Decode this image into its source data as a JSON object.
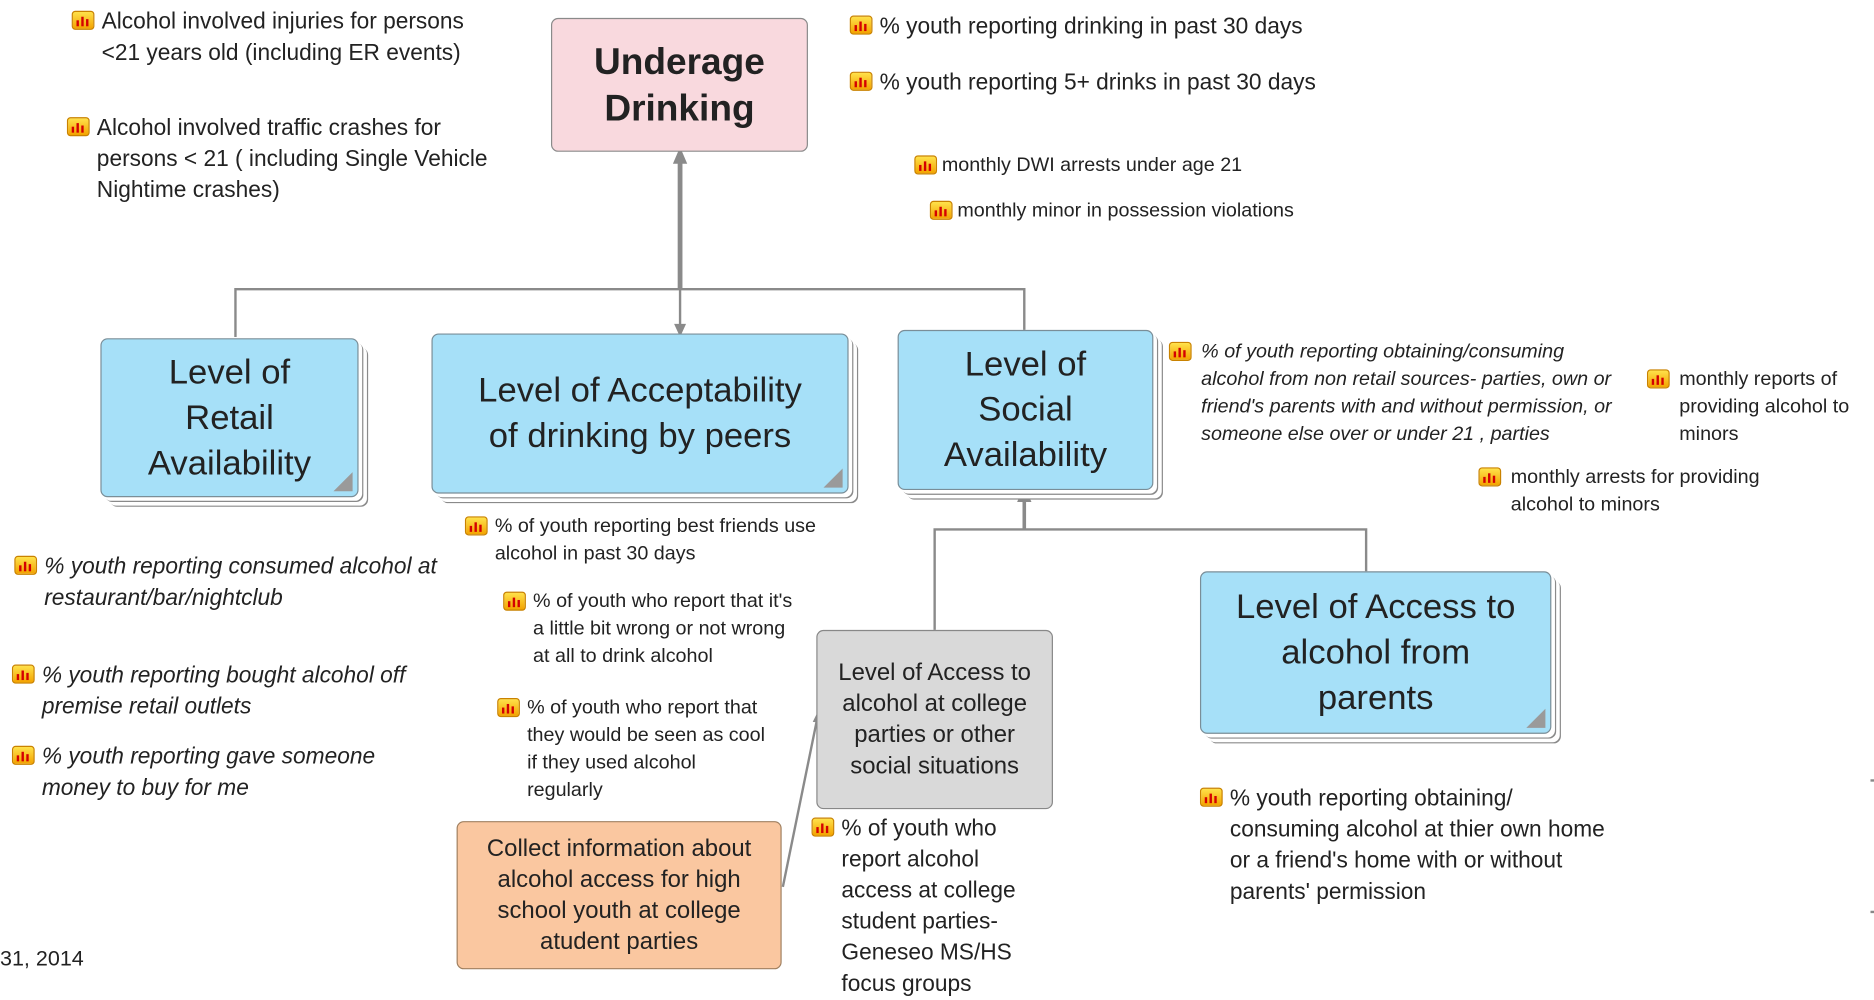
{
  "nodes": {
    "underage_drinking": "Underage Drinking",
    "retail_availability": "Level of Retail Availability",
    "acceptability_peers": "Level of Acceptability of drinking by peers",
    "social_availability": "Level of Social Availability",
    "access_college_parties": "Level of Access to alcohol at college parties or other social situations",
    "access_parents": "Level of Access to alcohol from parents",
    "collect_info": "Collect information about alcohol access for high school youth at college atudent parties"
  },
  "indicators": {
    "top_left": [
      "Alcohol involved injuries for persons  <21 years old  (including ER events)",
      "Alcohol involved traffic crashes for persons < 21 ( including Single Vehicle Nightime crashes)"
    ],
    "top_right": [
      "% youth reporting drinking in past 30 days",
      "% youth reporting 5+ drinks in past 30 days",
      "monthly DWI arrests under age 21",
      "monthly minor in possession violations"
    ],
    "retail": [
      "% youth reporting consumed alcohol at restaurant/bar/nightclub",
      "% youth reporting bought alcohol off premise retail outlets",
      "% youth reporting gave someone money to buy for me"
    ],
    "peers": [
      "% of youth reporting best friends use alcohol in past 30 days",
      "% of youth who report that it's a little bit wrong or not wrong at all to drink alcohol",
      "% of youth who report that they would be seen as cool if they used alcohol regularly"
    ],
    "social": [
      "% of youth reporting obtaining/consuming alcohol from non retail sources- parties, own or friend's parents with and without permission, or someone else over or under 21 , parties",
      "monthly reports of providing alcohol to minors",
      "monthly arrests for providing alcohol to minors"
    ],
    "college": [
      "% of youth who report alcohol access at college student parties- Geneseo MS/HS focus groups"
    ],
    "parents": [
      "% youth reporting obtaining/ consuming alcohol at thier own home or a friend's home with or without parents' permission"
    ]
  },
  "footer_date": "31, 2014",
  "colors": {
    "primary_node": "#f9d9de",
    "factor_node": "#a6e0f8",
    "sub_factor_node": "#d9d9d9",
    "action_node": "#fac7a0",
    "connector": "#888888",
    "indicator_icon": "bar-chart-icon"
  }
}
